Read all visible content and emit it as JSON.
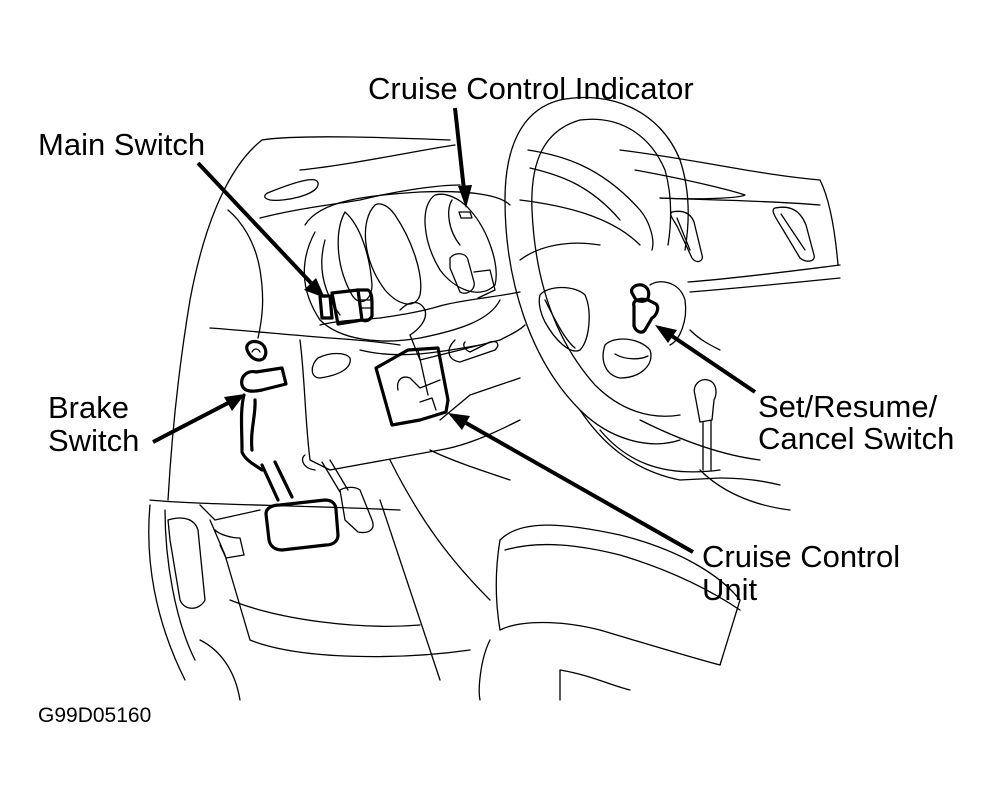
{
  "figure": {
    "id_text": "G99D05160",
    "subject": "Cruise control component locations",
    "colors": {
      "line": "#000000",
      "background": "#ffffff"
    }
  },
  "labels": {
    "cruise_control_indicator": "Cruise Control Indicator",
    "main_switch": "Main Switch",
    "brake_switch_line1": "Brake",
    "brake_switch_line2": "Switch",
    "set_resume_line1": "Set/Resume/",
    "set_resume_line2": "Cancel Switch",
    "cruise_unit_line1": "Cruise Control",
    "cruise_unit_line2": "Unit"
  }
}
